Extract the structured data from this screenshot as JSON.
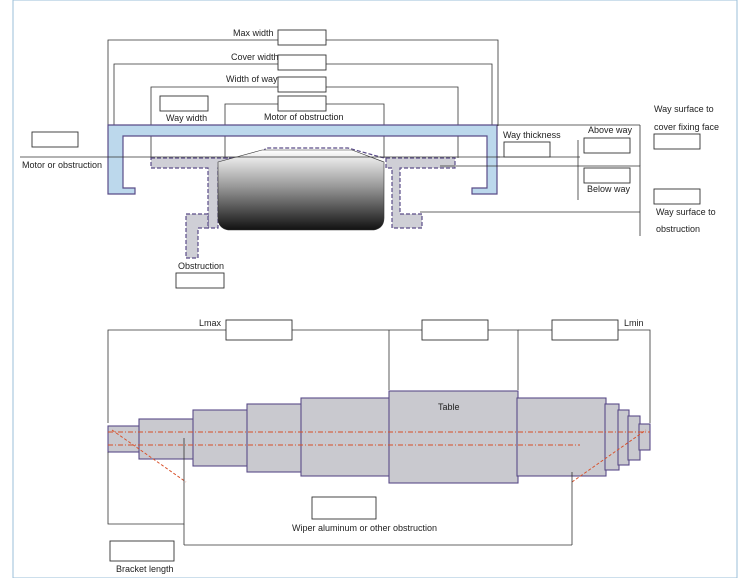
{
  "top": {
    "max_width": "Max width",
    "cover_width": "Cover width",
    "width_of_ways": "Width of ways",
    "way_width": "Way width",
    "motor_of_obstruction": "Motor of obstruction",
    "motor_or_obstruction": "Motor or obstruction",
    "way_thickness": "Way thickness",
    "above_way": "Above way",
    "below_way": "Below way",
    "way_surface_cover_1": "Way surface to",
    "way_surface_cover_2": "cover fixing face",
    "way_surface_obs_1": "Way surface to",
    "way_surface_obs_2": "obstruction",
    "obstruction": "Obstruction"
  },
  "bottom": {
    "lmax": "Lmax",
    "lmin": "Lmin",
    "table": "Table",
    "wiper": "Wiper aluminum or other obstruction",
    "bracket_length": "Bracket length"
  },
  "colors": {
    "cover_fill": "#bcd8ec",
    "outline": "#5a4c88",
    "segment_fill": "#c9c9cf",
    "centerline": "#d8502a"
  }
}
